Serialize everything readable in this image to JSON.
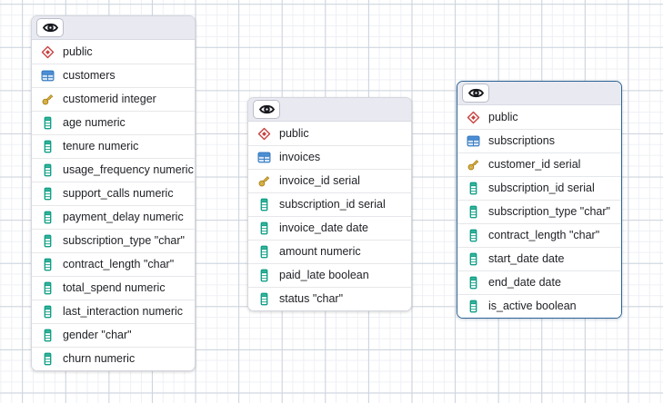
{
  "app": {
    "view": "ERD diagram canvas"
  },
  "colors": {
    "selected_border": "#2e6494",
    "node_border": "#d5d7df",
    "header_bg": "#e9eaf1",
    "grid_major": "#ccd3dd",
    "grid_minor": "#eef0f5",
    "schema_icon_red": "#c8403f",
    "table_icon_blue": "#3b7dc1",
    "key_icon_gold": "#ecc043",
    "column_icon_teal": "#0e9d85",
    "eye_icon_black": "#16181d"
  },
  "icons": {
    "details_toggle": "eye-icon",
    "schema": "schema-diamond-icon",
    "table": "table-icon",
    "primary_key": "key-icon",
    "column": "column-icon"
  },
  "tables": [
    {
      "schema": "public",
      "name": "customers",
      "selected": false,
      "columns": [
        {
          "icon": "primary-key",
          "label": "customerid integer"
        },
        {
          "icon": "column",
          "label": "age numeric"
        },
        {
          "icon": "column",
          "label": "tenure numeric"
        },
        {
          "icon": "column",
          "label": "usage_frequency numeric"
        },
        {
          "icon": "column",
          "label": "support_calls numeric"
        },
        {
          "icon": "column",
          "label": "payment_delay numeric"
        },
        {
          "icon": "column",
          "label": "subscription_type \"char\""
        },
        {
          "icon": "column",
          "label": "contract_length \"char\""
        },
        {
          "icon": "column",
          "label": "total_spend numeric"
        },
        {
          "icon": "column",
          "label": "last_interaction numeric"
        },
        {
          "icon": "column",
          "label": "gender \"char\""
        },
        {
          "icon": "column",
          "label": "churn numeric"
        }
      ]
    },
    {
      "schema": "public",
      "name": "invoices",
      "selected": false,
      "columns": [
        {
          "icon": "primary-key",
          "label": "invoice_id serial"
        },
        {
          "icon": "column",
          "label": "subscription_id serial"
        },
        {
          "icon": "column",
          "label": "invoice_date date"
        },
        {
          "icon": "column",
          "label": "amount numeric"
        },
        {
          "icon": "column",
          "label": "paid_late boolean"
        },
        {
          "icon": "column",
          "label": "status \"char\""
        }
      ]
    },
    {
      "schema": "public",
      "name": "subscriptions",
      "selected": true,
      "columns": [
        {
          "icon": "primary-key",
          "label": "customer_id serial"
        },
        {
          "icon": "column",
          "label": "subscription_id serial"
        },
        {
          "icon": "column",
          "label": "subscription_type \"char\""
        },
        {
          "icon": "column",
          "label": "contract_length \"char\""
        },
        {
          "icon": "column",
          "label": "start_date date"
        },
        {
          "icon": "column",
          "label": "end_date date"
        },
        {
          "icon": "column",
          "label": "is_active boolean"
        }
      ]
    }
  ]
}
